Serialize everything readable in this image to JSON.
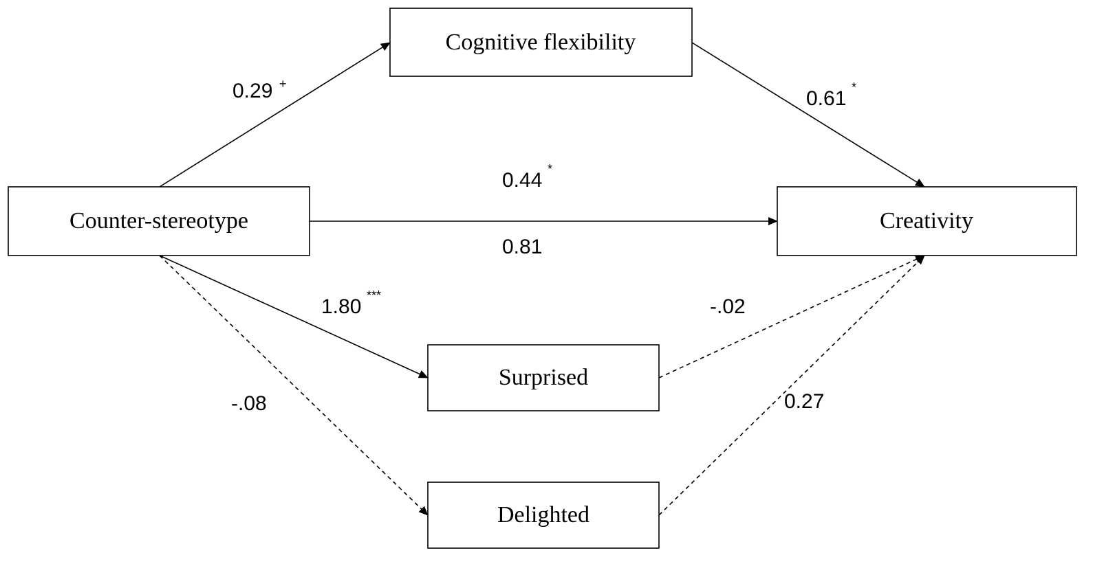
{
  "nodes": {
    "cognitive_flexibility": "Cognitive flexibility",
    "counter_stereotype": "Counter-stereotype",
    "creativity": "Creativity",
    "surprised": "Surprised",
    "delighted": "Delighted"
  },
  "edges": {
    "cs_to_cf": {
      "coef": "0.29",
      "sig": "+",
      "style": "solid"
    },
    "cf_to_cr": {
      "coef": "0.61",
      "sig": "*",
      "style": "solid"
    },
    "cs_to_cr": {
      "coef": "0.44",
      "sig": "*",
      "coef2": "0.81",
      "style": "solid"
    },
    "cs_to_su": {
      "coef": "1.80",
      "sig": "***",
      "style": "solid"
    },
    "su_to_cr": {
      "coef": "-.02",
      "style": "dashed"
    },
    "cs_to_de": {
      "coef": "-.08",
      "style": "dashed"
    },
    "de_to_cr": {
      "coef": "0.27",
      "style": "dashed"
    }
  }
}
